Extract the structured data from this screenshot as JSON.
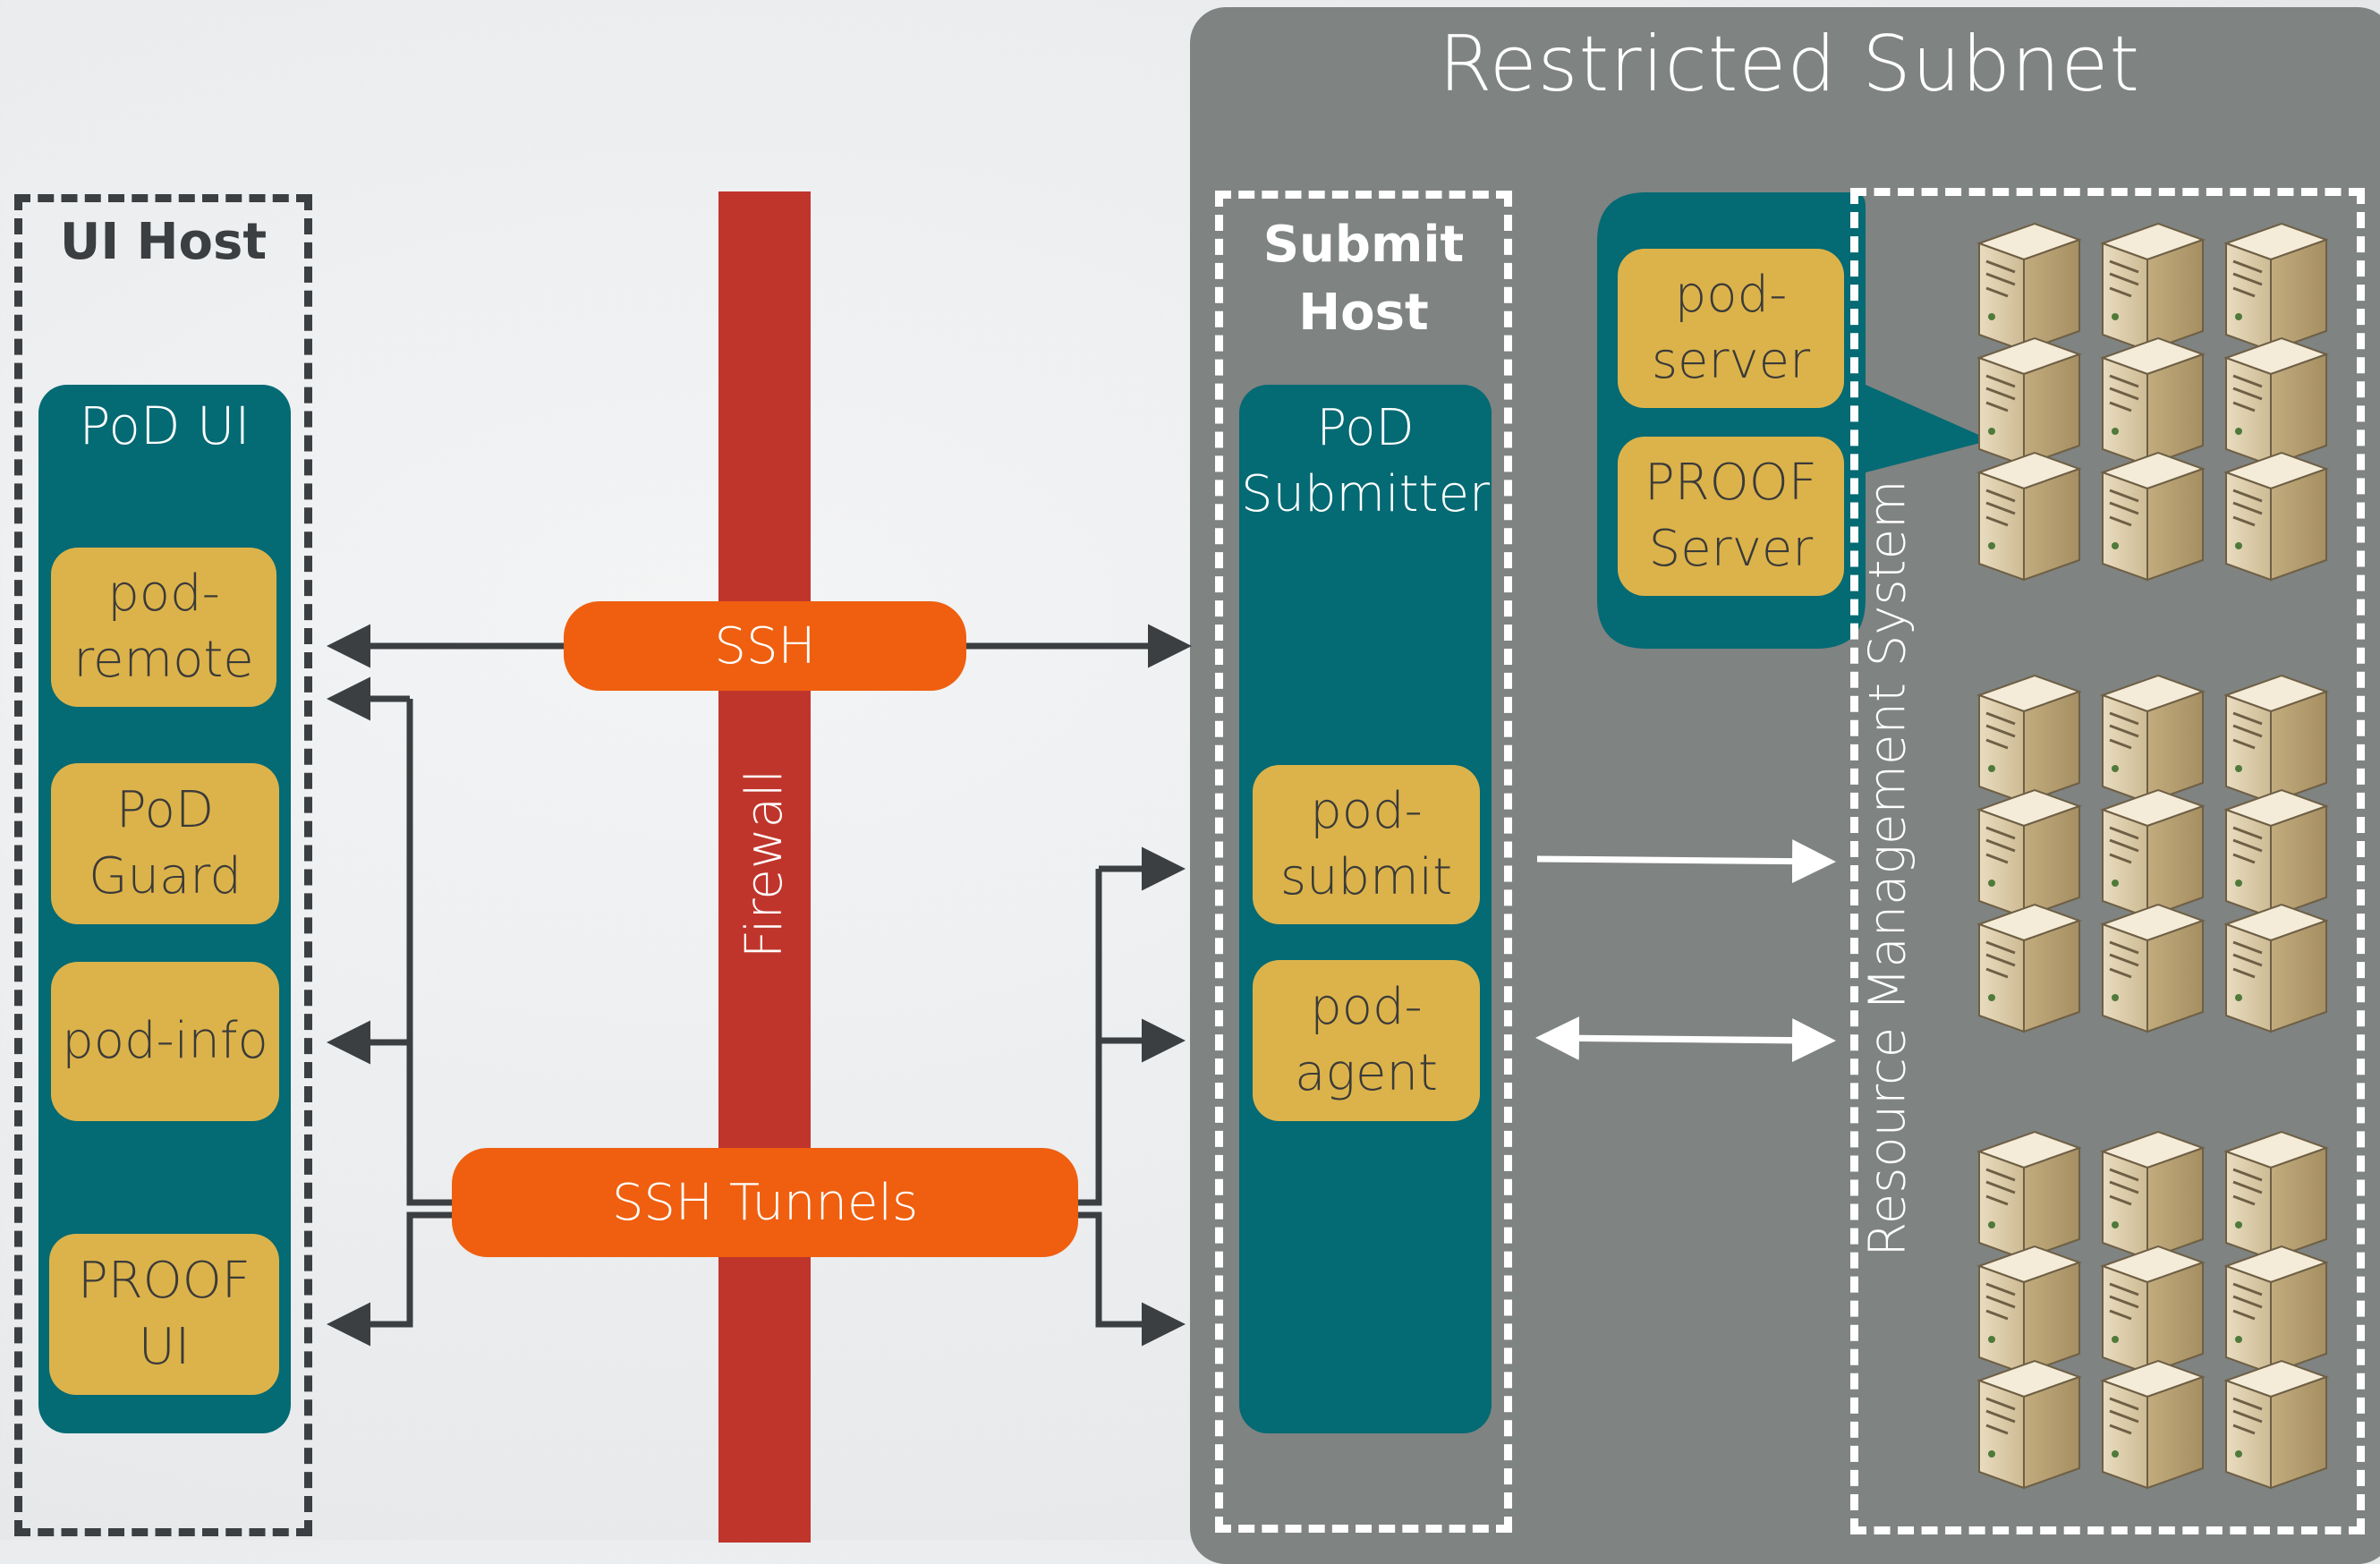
{
  "restricted_subnet": {
    "title": "Restricted Subnet"
  },
  "ui_host": {
    "title": "UI Host",
    "pod_ui": {
      "title": "PoD UI",
      "components": [
        "pod-\nremote",
        "PoD\nGuard",
        "pod-info",
        "PROOF\nUI"
      ]
    }
  },
  "firewall": {
    "label": "Firewall"
  },
  "connections": {
    "ssh": "SSH",
    "ssh_tunnels": "SSH Tunnels"
  },
  "submit_host": {
    "title": "Submit\nHost",
    "pod_submitter": {
      "title": "PoD\nSubmitter",
      "components": [
        "pod-\nsubmit",
        "pod-\nagent"
      ]
    }
  },
  "worker_node": {
    "components": [
      "pod-\nserver",
      "PROOF\nServer"
    ]
  },
  "rms": {
    "label": "Resource Management System"
  },
  "colors": {
    "teal": "#046a74",
    "gold": "#dcb34a",
    "orange": "#ef5f0f",
    "firewall_red": "#c0352b",
    "subnet_gray": "#7f8381"
  },
  "icons": {
    "server": "server-tower-icon"
  }
}
